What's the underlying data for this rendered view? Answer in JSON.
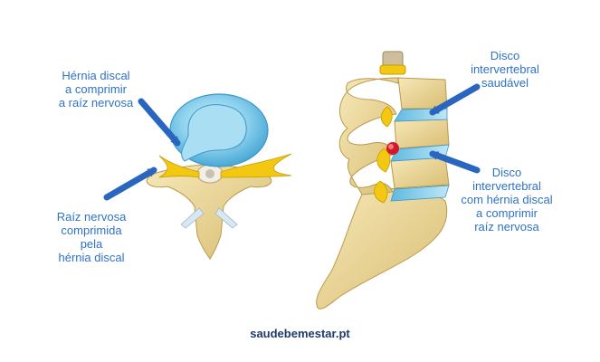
{
  "labels": {
    "herniated_disc_top": "Hérnia discal\na comprimir\na raíz nervosa",
    "compressed_nerve_root": "Raíz nervosa\ncomprimida\npela\nhérnia discal",
    "healthy_disc": "Disco\nintervertebral\nsaudável",
    "herniated_disc_side": "Disco\nintervertebral\ncom hérnia discal\na comprimir\nraíz nervosa"
  },
  "footer": "saudebemestar.pt",
  "colors": {
    "label_text": "#2f72c6",
    "arrow": "#2a66c0",
    "bone": "#e9d59a",
    "bone_dark": "#c7ad63",
    "disc": "#6ec5e6",
    "disc_light": "#bfe7f6",
    "nerve": "#f2c400",
    "hernia_red": "#d2192b",
    "footer_text": "#1e3a6e"
  },
  "icons": [
    "arrow-icon"
  ]
}
